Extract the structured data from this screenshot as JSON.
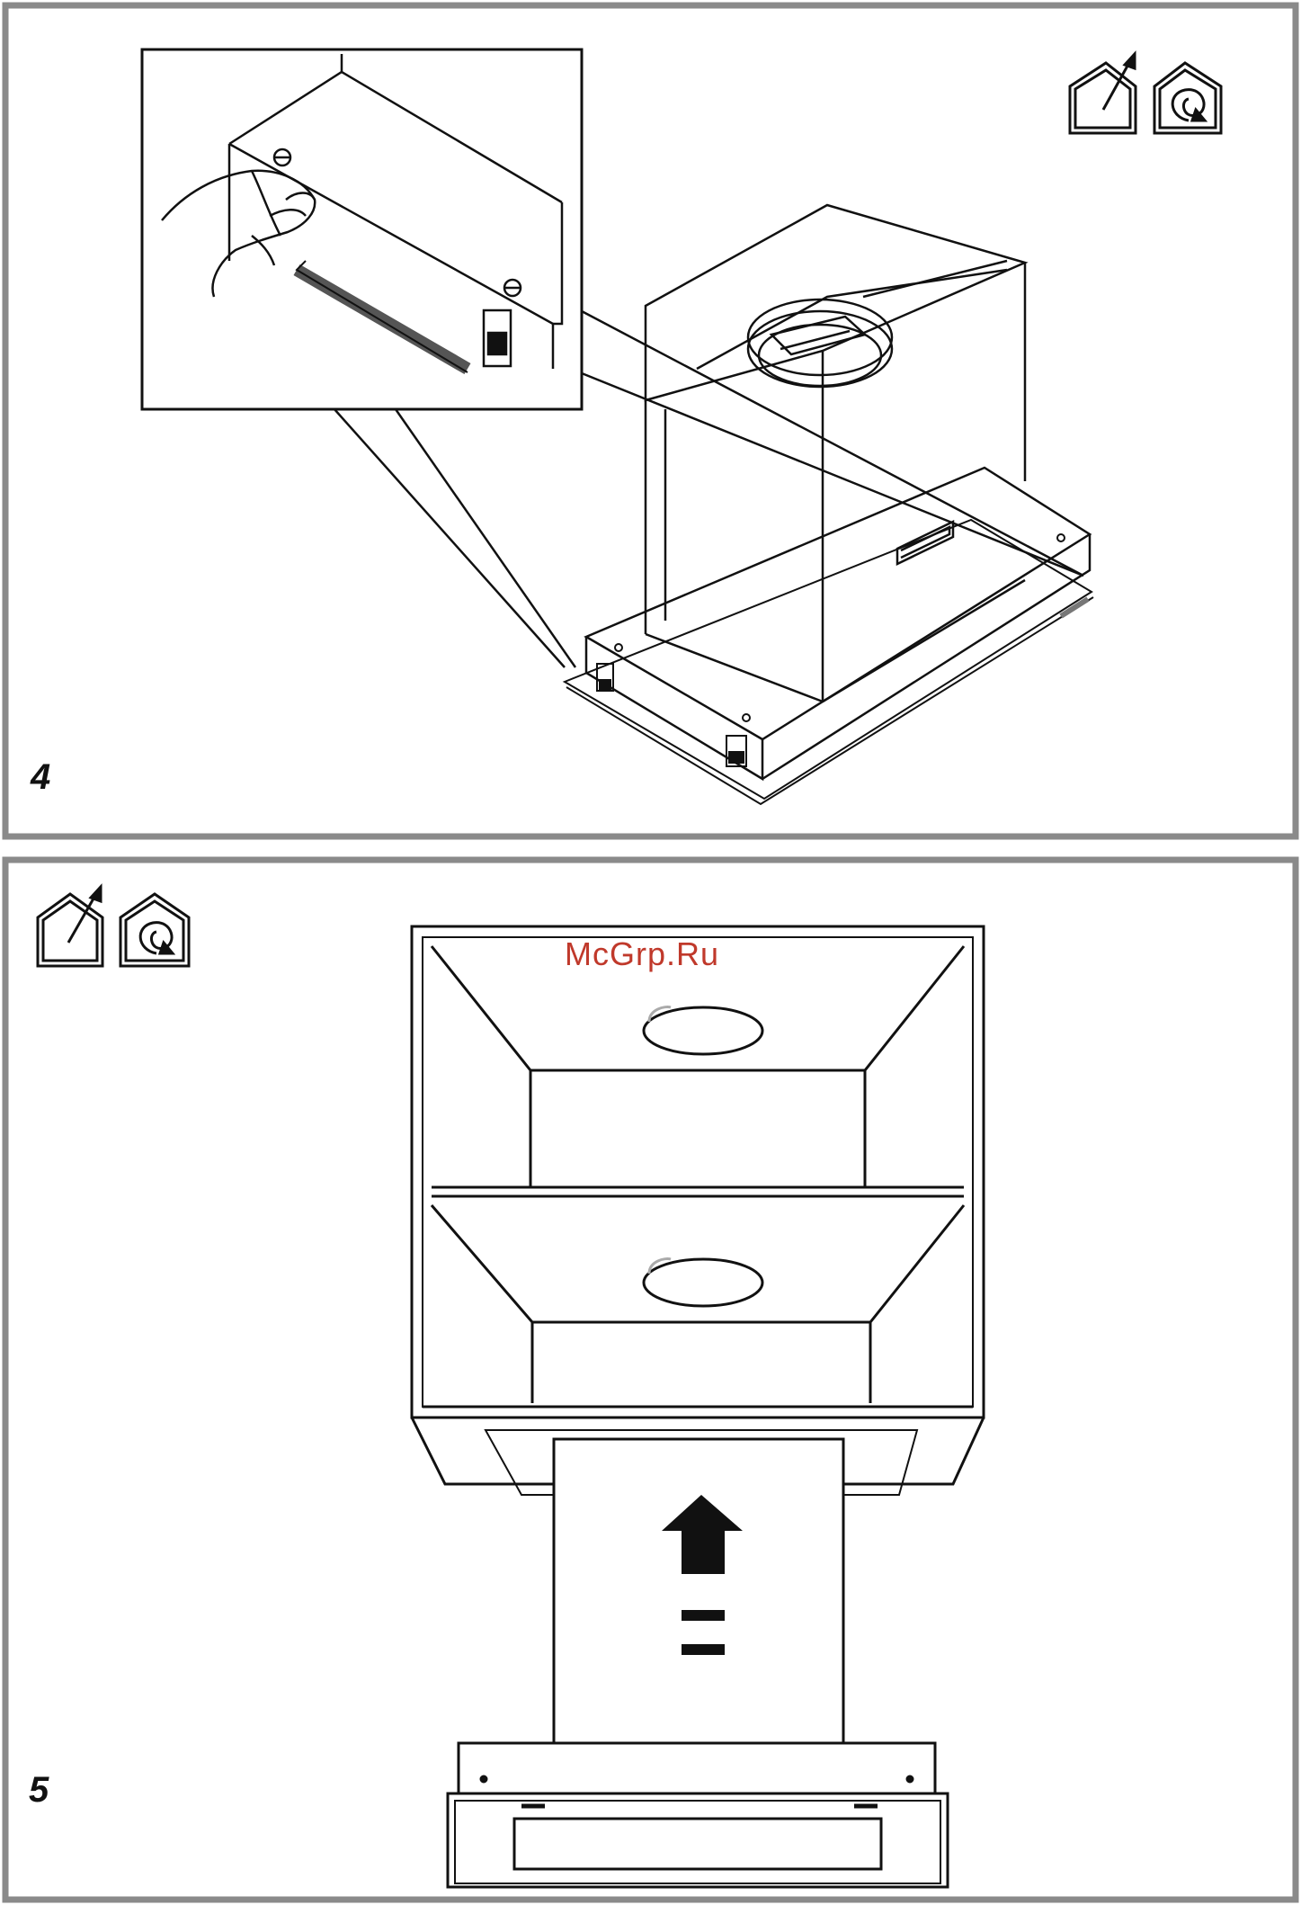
{
  "figures": [
    {
      "number": "4"
    },
    {
      "number": "5"
    }
  ],
  "watermark": "McGrp.Ru",
  "icons": [
    "ducted-venting-house-icon",
    "recirculation-house-icon"
  ]
}
